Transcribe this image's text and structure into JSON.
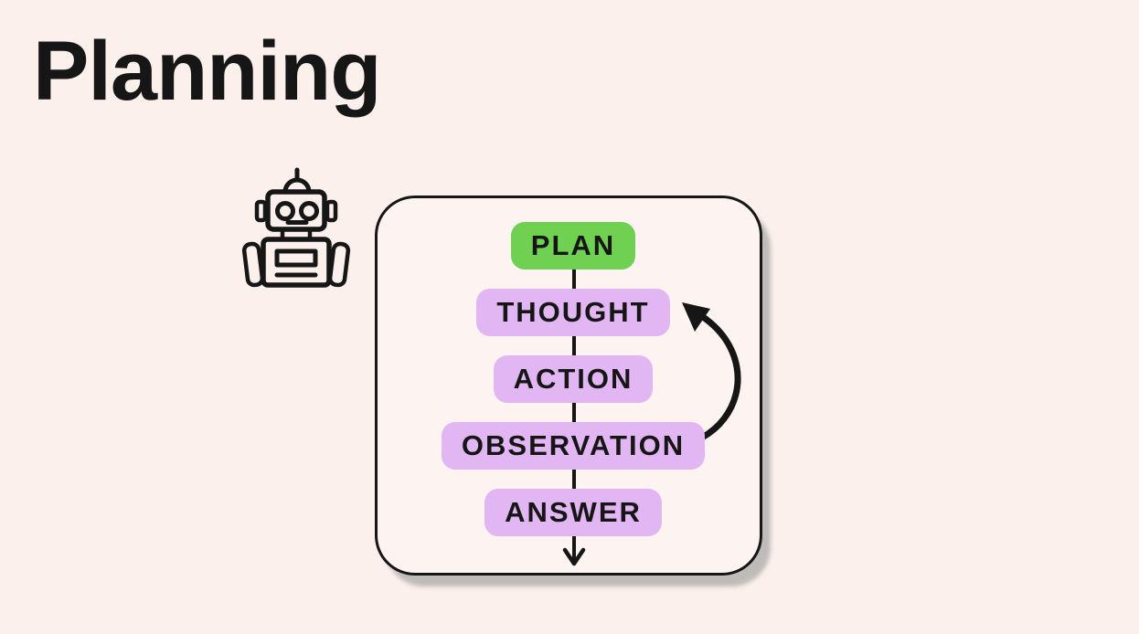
{
  "page": {
    "title": "Planning"
  },
  "colors": {
    "background": "#fcf0ed",
    "panel_fill": "#fdf3f0",
    "outline": "#161616",
    "panel_shadow": "#8c908c",
    "start_node_fill": "#6fd051",
    "node_fill": "#e2b6f3",
    "text": "#161616"
  },
  "diagram": {
    "panel_name": "planning-loop-panel",
    "nodes": [
      {
        "label": "PLAN",
        "fill": "#6fd051"
      },
      {
        "label": "THOUGHT",
        "fill": "#e2b6f3"
      },
      {
        "label": "ACTION",
        "fill": "#e2b6f3"
      },
      {
        "label": "OBSERVATION",
        "fill": "#e2b6f3"
      },
      {
        "label": "ANSWER",
        "fill": "#e2b6f3"
      }
    ],
    "flow_order": "PLAN → THOUGHT → ACTION → OBSERVATION → ANSWER",
    "loop": "OBSERVATION → THOUGHT",
    "icons": [
      "robot-icon",
      "down-arrow-icon",
      "loop-arrow-icon"
    ]
  }
}
